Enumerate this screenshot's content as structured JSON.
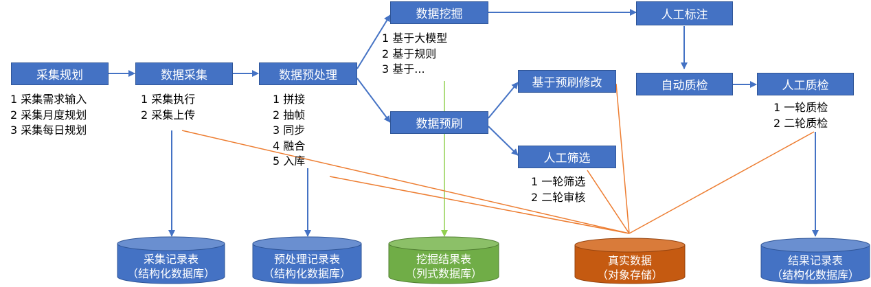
{
  "colors": {
    "process_box": "#4472C4",
    "db_blue": "#4472C4",
    "db_green": "#70AD47",
    "db_orange": "#C55A11",
    "flow_arrow": "#4472C4",
    "mining_link": "#92D050",
    "object_storage_link": "#ED7D31"
  },
  "nodes": {
    "collect_plan": "采集规划",
    "data_collect": "数据采集",
    "preprocess": "数据预处理",
    "mining": "数据挖掘",
    "prelabel": "数据预刷",
    "prelabel_edit": "基于预刷修改",
    "manual_filter": "人工筛选",
    "manual_label": "人工标注",
    "auto_qc": "自动质检",
    "manual_qc": "人工质检"
  },
  "lists": {
    "collect_plan": [
      "1 采集需求输入",
      "2 采集月度规划",
      "3 采集每日规划"
    ],
    "data_collect": [
      "1 采集执行",
      "2 采集上传"
    ],
    "preprocess": [
      "1 拼接",
      "2 抽帧",
      "3 同步",
      "4 融合",
      "5 入库"
    ],
    "mining": [
      "1 基于大模型",
      "2 基于规则",
      "3 基于..."
    ],
    "manual_filter": [
      "1 一轮筛选",
      "2 二轮审核"
    ],
    "manual_qc": [
      "1 一轮质检",
      "2 二轮质检"
    ]
  },
  "databases": {
    "collect_records": {
      "line1": "采集记录表",
      "line2": "（结构化数据库）"
    },
    "preprocess_records": {
      "line1": "预处理记录表",
      "line2": "（结构化数据库）"
    },
    "mining_results": {
      "line1": "挖掘结果表",
      "line2": "（列式数据库）"
    },
    "raw_data": {
      "line1": "真实数据",
      "line2": "（对象存储）"
    },
    "result_records": {
      "line1": "结果记录表",
      "line2": "（结构化数据库）"
    }
  }
}
